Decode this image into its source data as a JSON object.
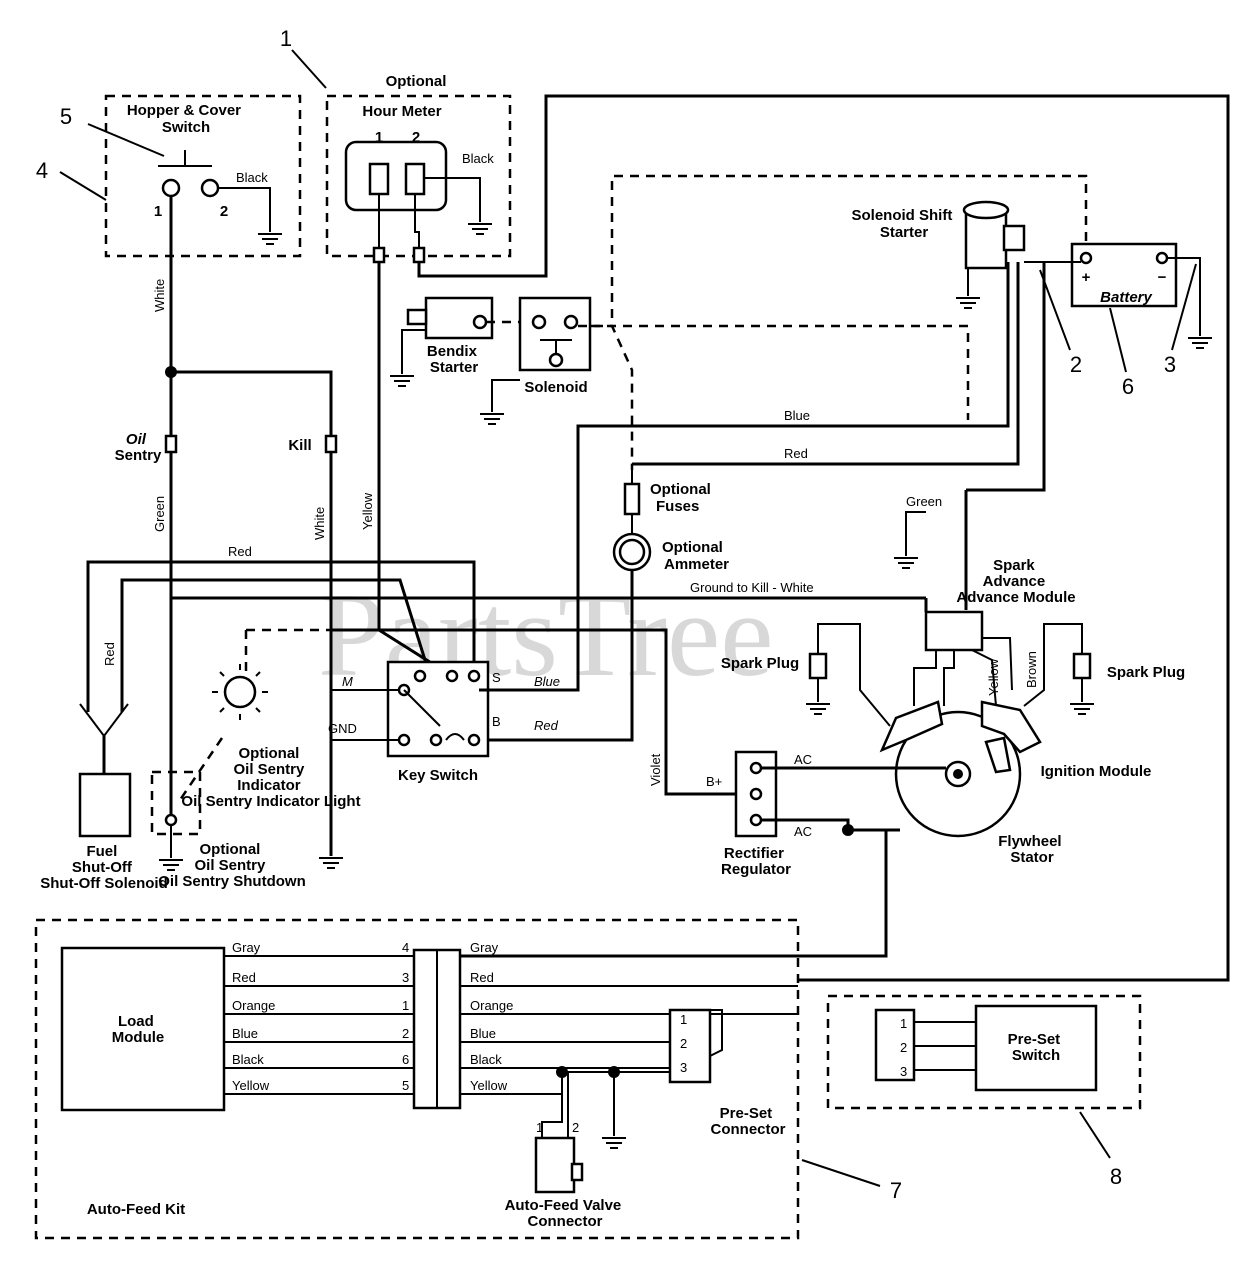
{
  "components": {
    "hopper_switch": "Hopper & Cover Switch",
    "hour_meter_optional": "Optional",
    "hour_meter": "Hour Meter",
    "solenoid_shift_starter": "Solenoid Shift Starter",
    "battery": "Battery",
    "bendix_starter": "Bendix Starter",
    "solenoid": "Solenoid",
    "oil_sentry": "Oil Sentry",
    "kill": "Kill",
    "optional_fuses": "Optional Fuses",
    "optional_ammeter": "Optional Ammeter",
    "spark_advance_module": "Spark Advance Module",
    "spark_plug_left": "Spark Plug",
    "spark_plug_right": "Spark Plug",
    "ignition_module": "Ignition Module",
    "flywheel_stator": "Flywheel Stator",
    "rectifier_regulator": "Rectifier Regulator",
    "key_switch": "Key Switch",
    "fuel_solenoid": "Fuel Shut-Off Solenoid",
    "indicator_light": "Optional Oil Sentry Indicator Light",
    "oil_shutdown": "Optional Oil Sentry Shutdown",
    "load_module": "Load Module",
    "auto_feed_kit": "Auto-Feed Kit",
    "auto_feed_valve": "Auto-Feed Valve Connector",
    "preset_connector": "Pre-Set Connector",
    "preset_switch": "Pre-Set Switch"
  },
  "wires": {
    "white": "White",
    "black": "Black",
    "green": "Green",
    "yellow": "Yellow",
    "red": "Red",
    "blue": "Blue",
    "violet": "Violet",
    "brown": "Brown",
    "ground_to_kill": "Ground to Kill - White"
  },
  "terminals": {
    "t1": "1",
    "t2": "2",
    "t3": "3",
    "m": "M",
    "s": "S",
    "b": "B",
    "gnd": "GND",
    "bplus": "B+",
    "ac": "AC",
    "plus": "+",
    "minus": "−"
  },
  "harness": {
    "left": [
      {
        "color": "Gray",
        "pin": "4"
      },
      {
        "color": "Red",
        "pin": "3"
      },
      {
        "color": "Orange",
        "pin": "1"
      },
      {
        "color": "Blue",
        "pin": "2"
      },
      {
        "color": "Black",
        "pin": "6"
      },
      {
        "color": "Yellow",
        "pin": "5"
      }
    ],
    "right": [
      "Gray",
      "Red",
      "Orange",
      "Blue",
      "Black",
      "Yellow"
    ]
  },
  "callouts": [
    "1",
    "2",
    "3",
    "4",
    "5",
    "6",
    "7",
    "8"
  ],
  "watermark": "PartsTree"
}
